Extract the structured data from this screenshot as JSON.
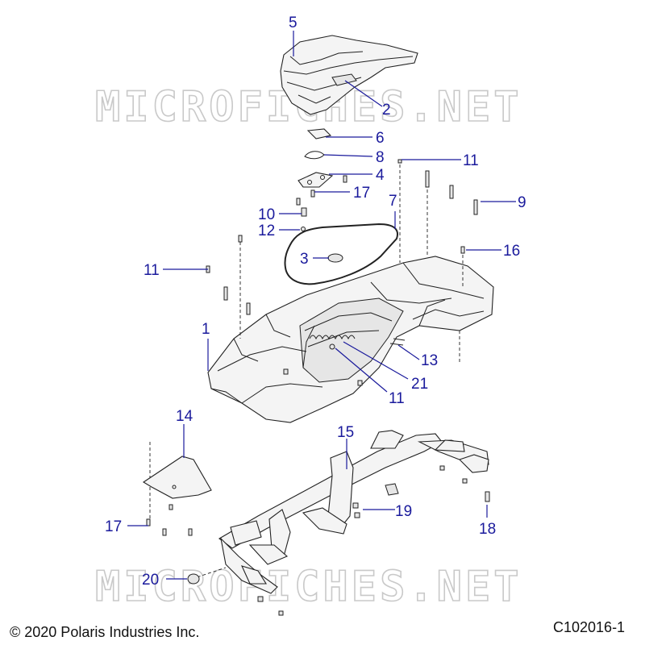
{
  "watermark": "MICROFICHES.NET",
  "copyright": "© 2020 Polaris Industries Inc.",
  "diagram_id": "C102016-1",
  "callouts": [
    {
      "id": "c5",
      "text": "5"
    },
    {
      "id": "c2",
      "text": "2"
    },
    {
      "id": "c6",
      "text": "6"
    },
    {
      "id": "c8",
      "text": "8"
    },
    {
      "id": "c4",
      "text": "4"
    },
    {
      "id": "c17a",
      "text": "17"
    },
    {
      "id": "c11a",
      "text": "11"
    },
    {
      "id": "c9",
      "text": "9"
    },
    {
      "id": "c7",
      "text": "7"
    },
    {
      "id": "c10",
      "text": "10"
    },
    {
      "id": "c12",
      "text": "12"
    },
    {
      "id": "c3",
      "text": "3"
    },
    {
      "id": "c16",
      "text": "16"
    },
    {
      "id": "c11b",
      "text": "11"
    },
    {
      "id": "c1",
      "text": "1"
    },
    {
      "id": "c13",
      "text": "13"
    },
    {
      "id": "c21",
      "text": "21"
    },
    {
      "id": "c11c",
      "text": "11"
    },
    {
      "id": "c14",
      "text": "14"
    },
    {
      "id": "c15",
      "text": "15"
    },
    {
      "id": "c19",
      "text": "19"
    },
    {
      "id": "c17b",
      "text": "17"
    },
    {
      "id": "c18",
      "text": "18"
    },
    {
      "id": "c20",
      "text": "20"
    }
  ]
}
